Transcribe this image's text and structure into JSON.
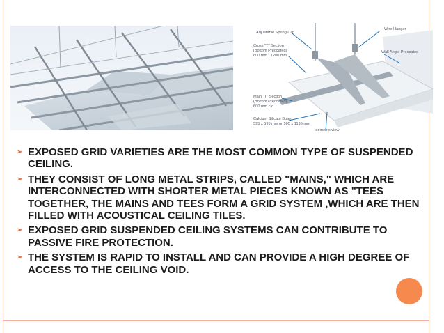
{
  "diagram": {
    "labels": {
      "adjustable_spring_clip": "Adjustable Spring Clip",
      "wire_hanger": "Wire Hanger",
      "cross_tee": "Cross \"T\" Section\n(Bottom Precoated)\n600 mm / 1200 mm",
      "wall_angle": "Wall Angle Precoated",
      "main_tee": "Main \"T\" Section\n(Bottom Precoated)\n600 mm c/c",
      "board": "Calcium Silicate Board\n595 x 595 mm or 595 x 1195 mm",
      "view": "Isometric view"
    }
  },
  "bullets": [
    "EXPOSED GRID VARIETIES ARE THE MOST COMMON TYPE OF SUSPENDED CEILING.",
    "THEY CONSIST OF LONG METAL STRIPS, CALLED \"MAINS,\" WHICH ARE INTERCONNECTED WITH SHORTER METAL PIECES KNOWN AS \"TEES TOGETHER, THE MAINS AND TEES FORM A GRID SYSTEM ,WHICH ARE THEN FILLED WITH ACOUSTICAL CEILING TILES.",
    "EXPOSED GRID SUSPENDED CEILING SYSTEMS CAN CONTRIBUTE TO PASSIVE FIRE PROTECTION.",
    "THE SYSTEM IS RAPID TO INSTALL AND CAN PROVIDE A HIGH DEGREE OF ACCESS TO THE CEILING VOID."
  ],
  "bullet_marker": "➢",
  "colors": {
    "accent": "#f5894e",
    "frame": "#f3b39e",
    "text": "#1c1c1c"
  }
}
